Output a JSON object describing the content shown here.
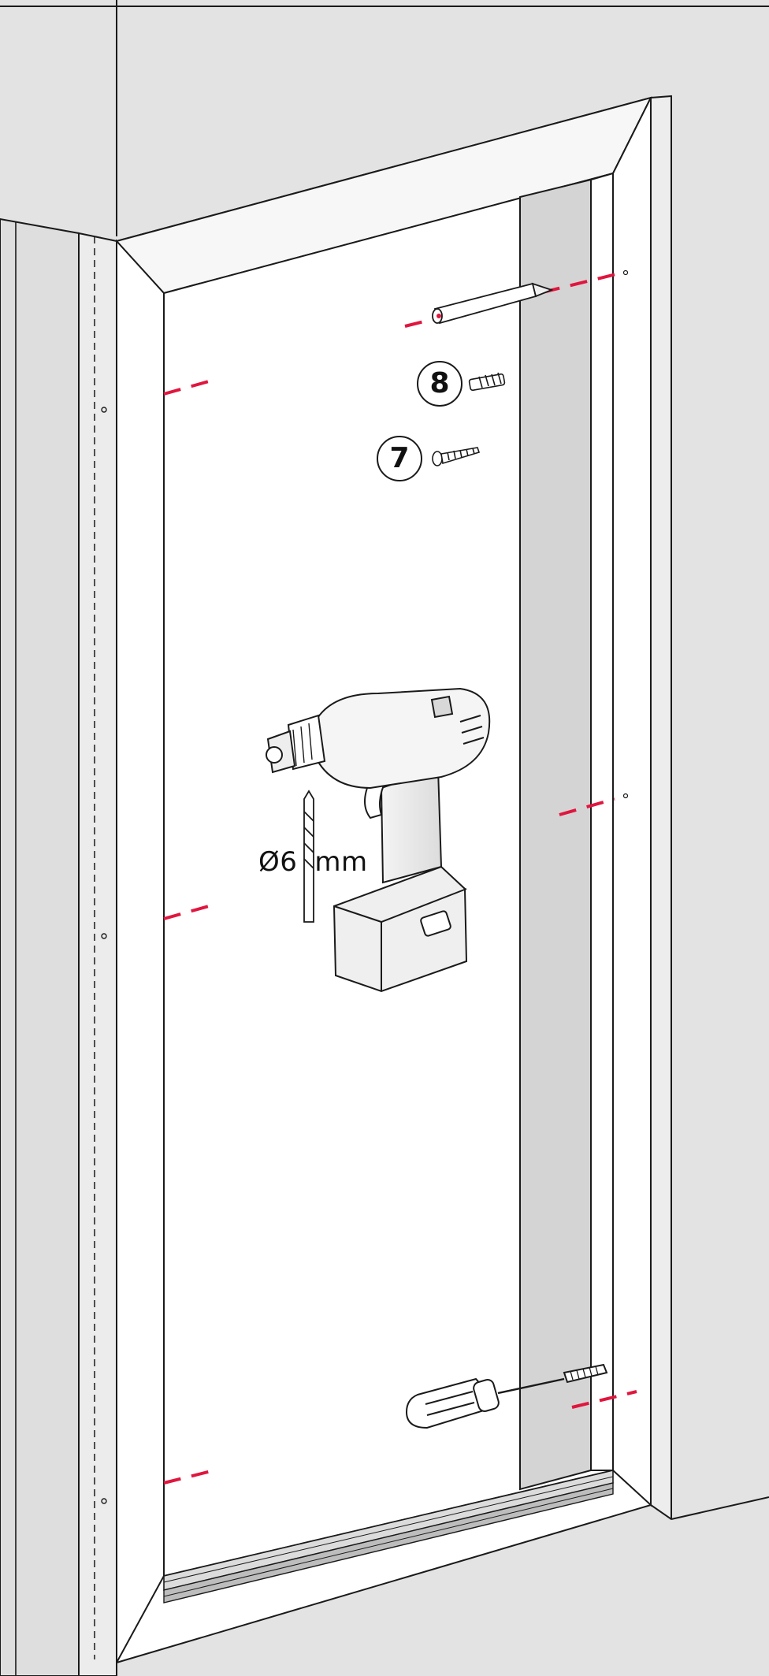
{
  "labels": {
    "part8": "8",
    "part7": "7",
    "drill_prefix": "Ø6",
    "drill_unit": "mm"
  },
  "colors": {
    "wall": "#e3e3e3",
    "wall_dark": "#d2d2d2",
    "line": "#1a1a1a",
    "mark": "#e0163e",
    "white": "#ffffff"
  },
  "icons": [
    "pencil-icon",
    "wall-plug-icon",
    "screw-icon",
    "cordless-drill-icon",
    "drill-bit-icon",
    "screwdriver-icon"
  ]
}
